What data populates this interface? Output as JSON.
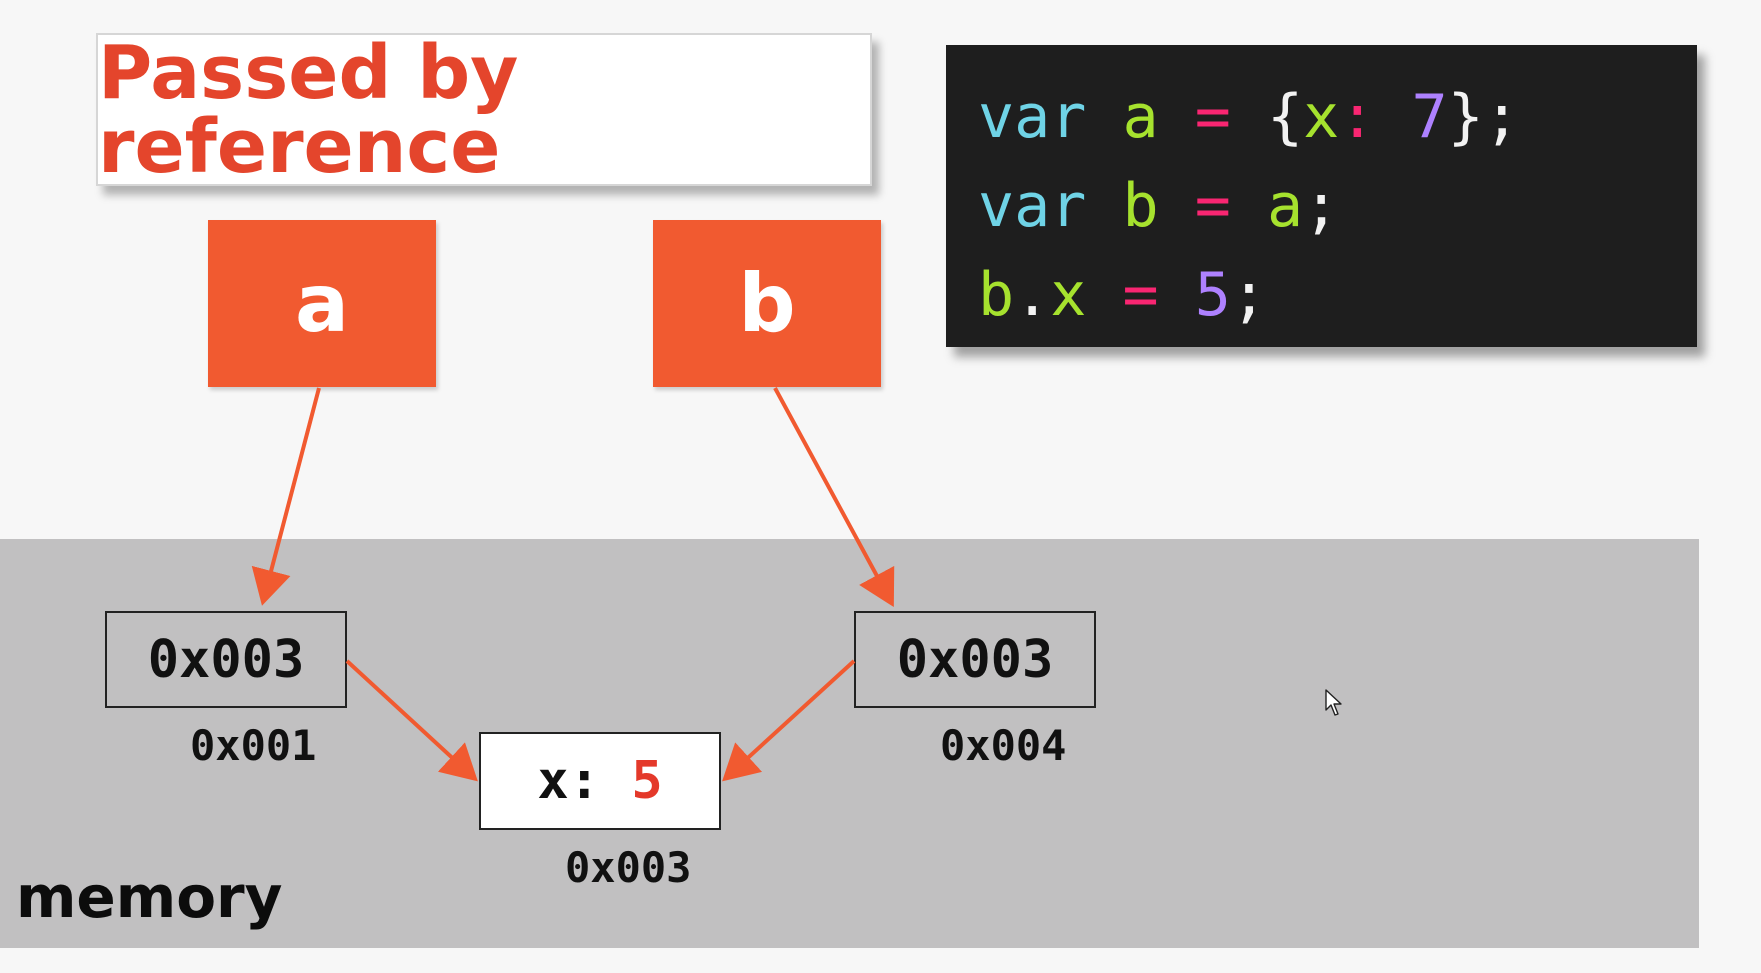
{
  "title": "Passed by reference",
  "variables": {
    "a": "a",
    "b": "b"
  },
  "code": {
    "line1": {
      "kw": "var",
      "name": "a",
      "op": "=",
      "open": "{",
      "key": "x",
      "colon": ":",
      "value": "7",
      "close": "};"
    },
    "line2": {
      "kw": "var",
      "name": "b",
      "op": "=",
      "ref": "a",
      "end": ";"
    },
    "line3": {
      "obj": "b",
      "dot": ".",
      "prop": "x",
      "op": "=",
      "value": "5",
      "end": ";"
    }
  },
  "memory": {
    "label": "memory",
    "cell_a": {
      "value": "0x003",
      "address": "0x001"
    },
    "cell_b": {
      "value": "0x003",
      "address": "0x004"
    },
    "object": {
      "key": "x:",
      "value": "5",
      "address": "0x003"
    }
  },
  "colors": {
    "accent": "#f15a30",
    "title": "#e4452c",
    "memory_bg": "#c1c0c1",
    "code_bg": "#1e1e1e"
  }
}
